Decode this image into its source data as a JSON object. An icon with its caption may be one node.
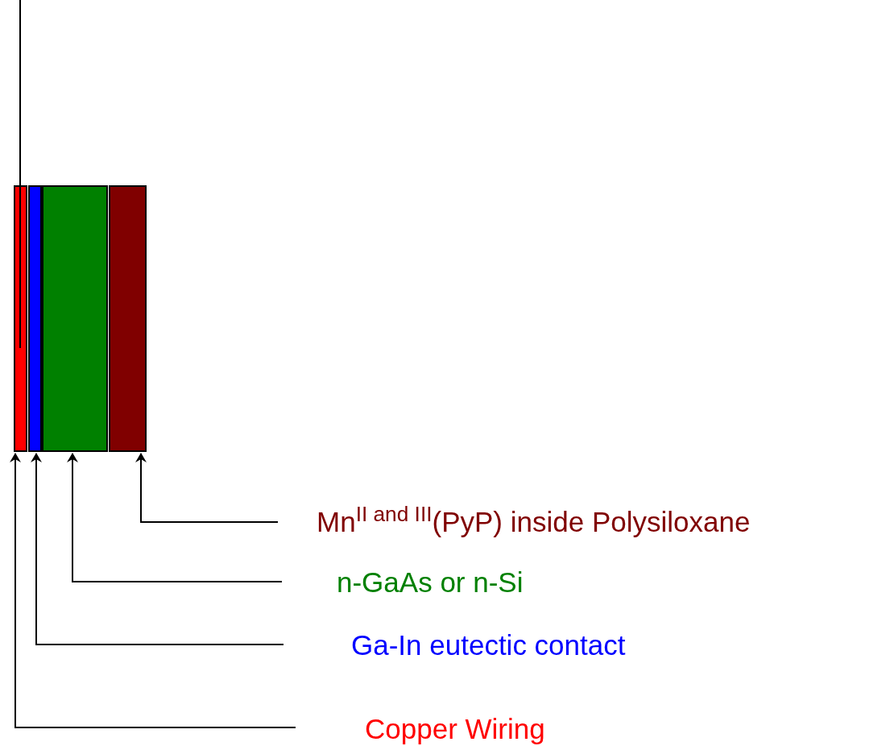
{
  "diagram": {
    "nodes": [
      {
        "text": [],
        "shape": "bar"
      },
      {
        "text": [],
        "shape": "bar"
      },
      {
        "text": [],
        "shape": "bar"
      },
      {
        "text": [],
        "shape": "bar"
      },
      {
        "text": [
          "Mn$^{II and III}$(PyP) inside Polysiloxane"
        ]
      },
      {
        "text": [
          "n-GaAs or n-Si"
        ]
      },
      {
        "text": [
          "Ga-In eutectic contact"
        ]
      },
      {
        "text": [
          "Copper Wiring"
        ]
      }
    ],
    "edges": [
      {
        "from": 4,
        "to": 3,
        "arrow": "to"
      },
      {
        "from": 5,
        "to": 2,
        "arrow": "to"
      },
      {
        "from": 6,
        "to": 1,
        "arrow": "to"
      },
      {
        "from": 7,
        "to": 0,
        "arrow": "to"
      }
    ]
  }
}
